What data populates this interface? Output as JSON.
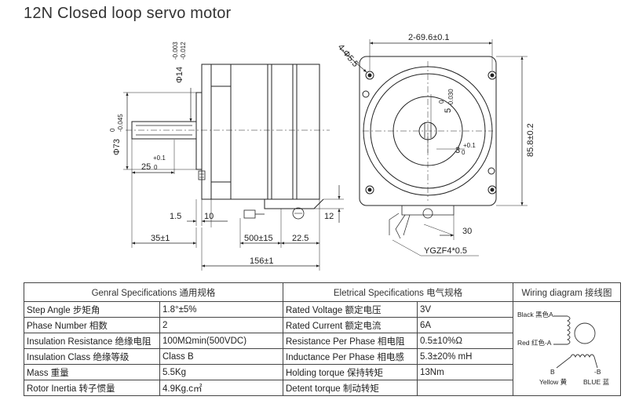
{
  "title": "12N  Closed loop  servo motor",
  "dims": {
    "shaft_dia": "Φ14",
    "shaft_dia_tol_up": "-0.003",
    "shaft_dia_tol_low": "-0.012",
    "boss_dia": "Φ73",
    "boss_dia_tol_up": "0",
    "boss_dia_tol_low": "-0.045",
    "key_len": "25",
    "key_len_tol_up": "+0.1",
    "key_len_tol_low": "0",
    "flange_thk": "1.5",
    "flange_len": "10",
    "shaft_len": "35±1",
    "cable_len": "500±15",
    "gland_len": "22.5",
    "gland_h": "12",
    "body_len": "156±1",
    "holes": "4-Φ5.5",
    "hole_spacing": "2-69.6±0.1",
    "flange_size": "85.8±0.2",
    "key_w": "5",
    "key_w_tol_up": "0",
    "key_w_tol_low": "-0.030",
    "key_h": "3",
    "key_h_tol_up": "+0.1",
    "key_h_tol_low": "0",
    "gland_off": "30",
    "gland_label": "YGZF4*0.5"
  },
  "table": {
    "general_header": "Genral  Specifications 通用规格",
    "electrical_header": "Eletrical  Specifications 电气规格",
    "wiring_header": "Wiring  diagram 接线图",
    "rows": [
      {
        "g_label": "Step Angle 步矩角",
        "g_value": "1.8°±5%",
        "e_label": "Rated Voltage 额定电压",
        "e_value": "3V"
      },
      {
        "g_label": "Phase  Number  相数",
        "g_value": "2",
        "e_label": "Rated  Current  额定电流",
        "e_value": "6A"
      },
      {
        "g_label": "Insulation  Resistance 绝缘电阻",
        "g_value": "100MΩmin(500VDC)",
        "e_label": "Resistance  Per  Phase 相电阻",
        "e_value": "0.5±10%Ω"
      },
      {
        "g_label": "Insulation Class 绝缘等级",
        "g_value": "Class  B",
        "e_label": "Inductance  Per  Phase 相电感",
        "e_value": "5.3±20% mH"
      },
      {
        "g_label": "Mass 重量",
        "g_value": "5.5Kg",
        "e_label": "Holding torque  保持转矩",
        "e_value": "13Nm"
      },
      {
        "g_label": "Rotor  Inertia  转子惯量",
        "g_value": "4.9Kg.c㎡",
        "e_label": "Detent torque 制动转矩",
        "e_value": ""
      }
    ]
  },
  "wiring": {
    "black": "Black 黑色A",
    "red": "Red 红色-A",
    "yellow_b": "B",
    "yellow": "Yellow 黄",
    "blue_b": "-B",
    "blue": "BLUE 蓝"
  }
}
